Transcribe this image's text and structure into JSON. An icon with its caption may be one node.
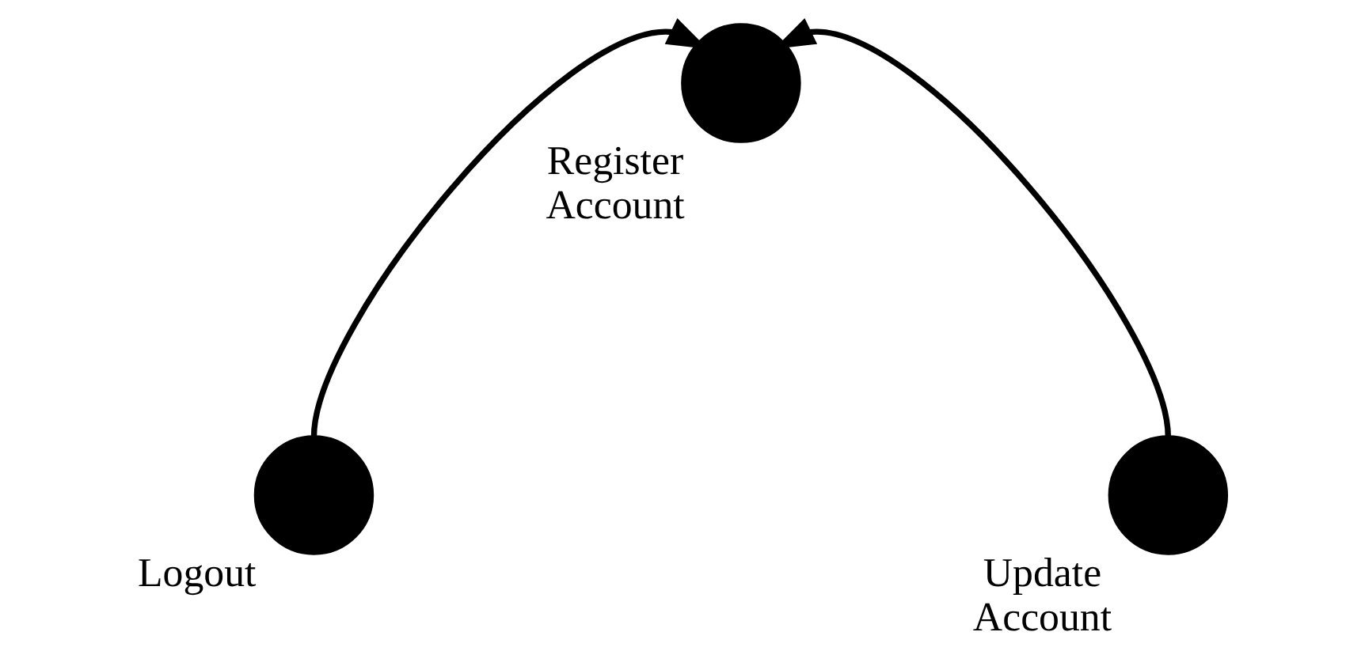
{
  "diagram": {
    "nodes": [
      {
        "text": [],
        "shape": "circle",
        "beside": [
          "Register Account"
        ]
      },
      {
        "text": [],
        "shape": "circle",
        "beside": [
          "Logout"
        ]
      },
      {
        "text": [],
        "shape": "circle",
        "beside": [
          "Update Account"
        ]
      }
    ],
    "edges": [
      {
        "from": 1,
        "to": 0,
        "arrow": "to"
      },
      {
        "from": 2,
        "to": 0,
        "arrow": "to"
      }
    ]
  }
}
